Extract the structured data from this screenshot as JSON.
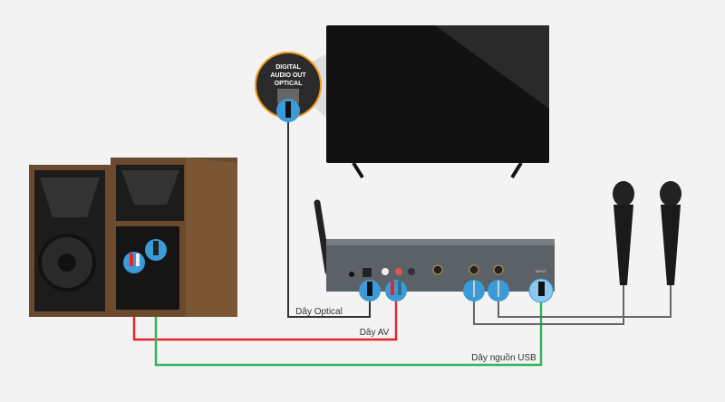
{
  "callout": {
    "line1": "DIGITAL",
    "line2": "AUDIO OUT",
    "line3": "OPTICAL"
  },
  "cables": {
    "optical": {
      "label": "Dây Optical",
      "color": "#333333"
    },
    "av": {
      "label": "Dây AV",
      "color": "#e8262a"
    },
    "usb": {
      "label": "Dây nguồn USB",
      "color": "#2fb55a"
    },
    "mic": {
      "color": "#666666"
    }
  },
  "receiver": {
    "input_label": "INPUT"
  },
  "colors": {
    "connector_highlight": "#3a9bd8",
    "callout_ring": "#f39a1e",
    "wood": "#6b4a2e"
  }
}
